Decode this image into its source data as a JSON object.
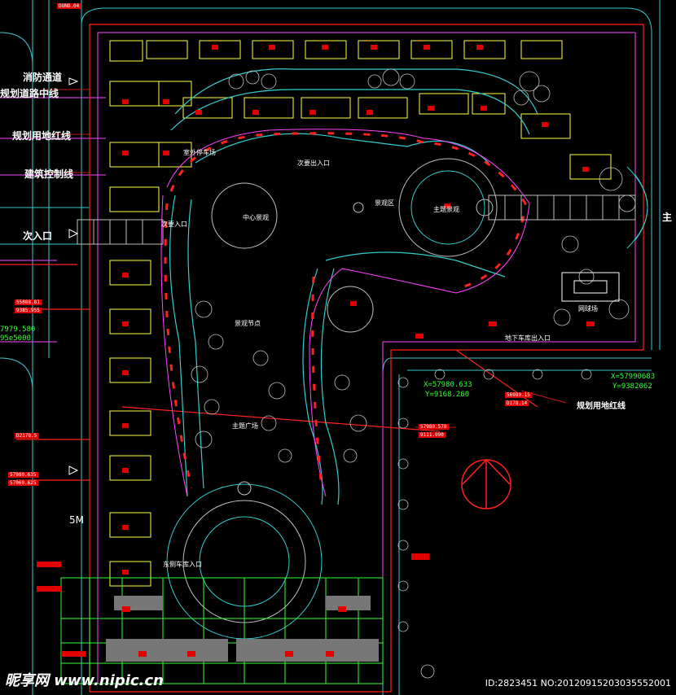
{
  "labels": {
    "fire_lane": "消防通道",
    "road_line_1": "规划道路中线",
    "red_line_left": "规划用地红线",
    "setback": "建筑控制线",
    "secondary_entry": "次入口",
    "five_m": "5M",
    "red_line_right": "规划用地红线",
    "main_entry_cut": "主"
  },
  "coords": {
    "left_x": "7979.580",
    "left_y": "95e5000",
    "mid_x": "X=57980.633",
    "mid_y": "Y=9168.260",
    "right_x": "X=57990683",
    "right_y": "Y=9382062"
  },
  "red_tags": [
    "DUNB.04",
    "55088.81",
    "D2178.5",
    "57980.635",
    "56980.15",
    "57980.578",
    "9111.990",
    "57060.625",
    "9385.955",
    "D178.14"
  ],
  "small_labels": [
    "室外停车场",
    "次要出入口",
    "中心景观",
    "主题景观",
    "次要入口",
    "景观区",
    "景观节点",
    "主题广场",
    "地下车库出入口",
    "东侧车库入口",
    "网球场"
  ],
  "watermark": {
    "brand": "昵享网 www.nipic.cn",
    "id": "ID:2823451 NO:20120915203035552001"
  },
  "colors": {
    "background": "#000000",
    "road": "#33cccc",
    "setback": "#ff44ff",
    "red_line": "#ff2020",
    "building": "#ffff44",
    "landscape": "#c0c0c0",
    "green": "#33ff33"
  }
}
